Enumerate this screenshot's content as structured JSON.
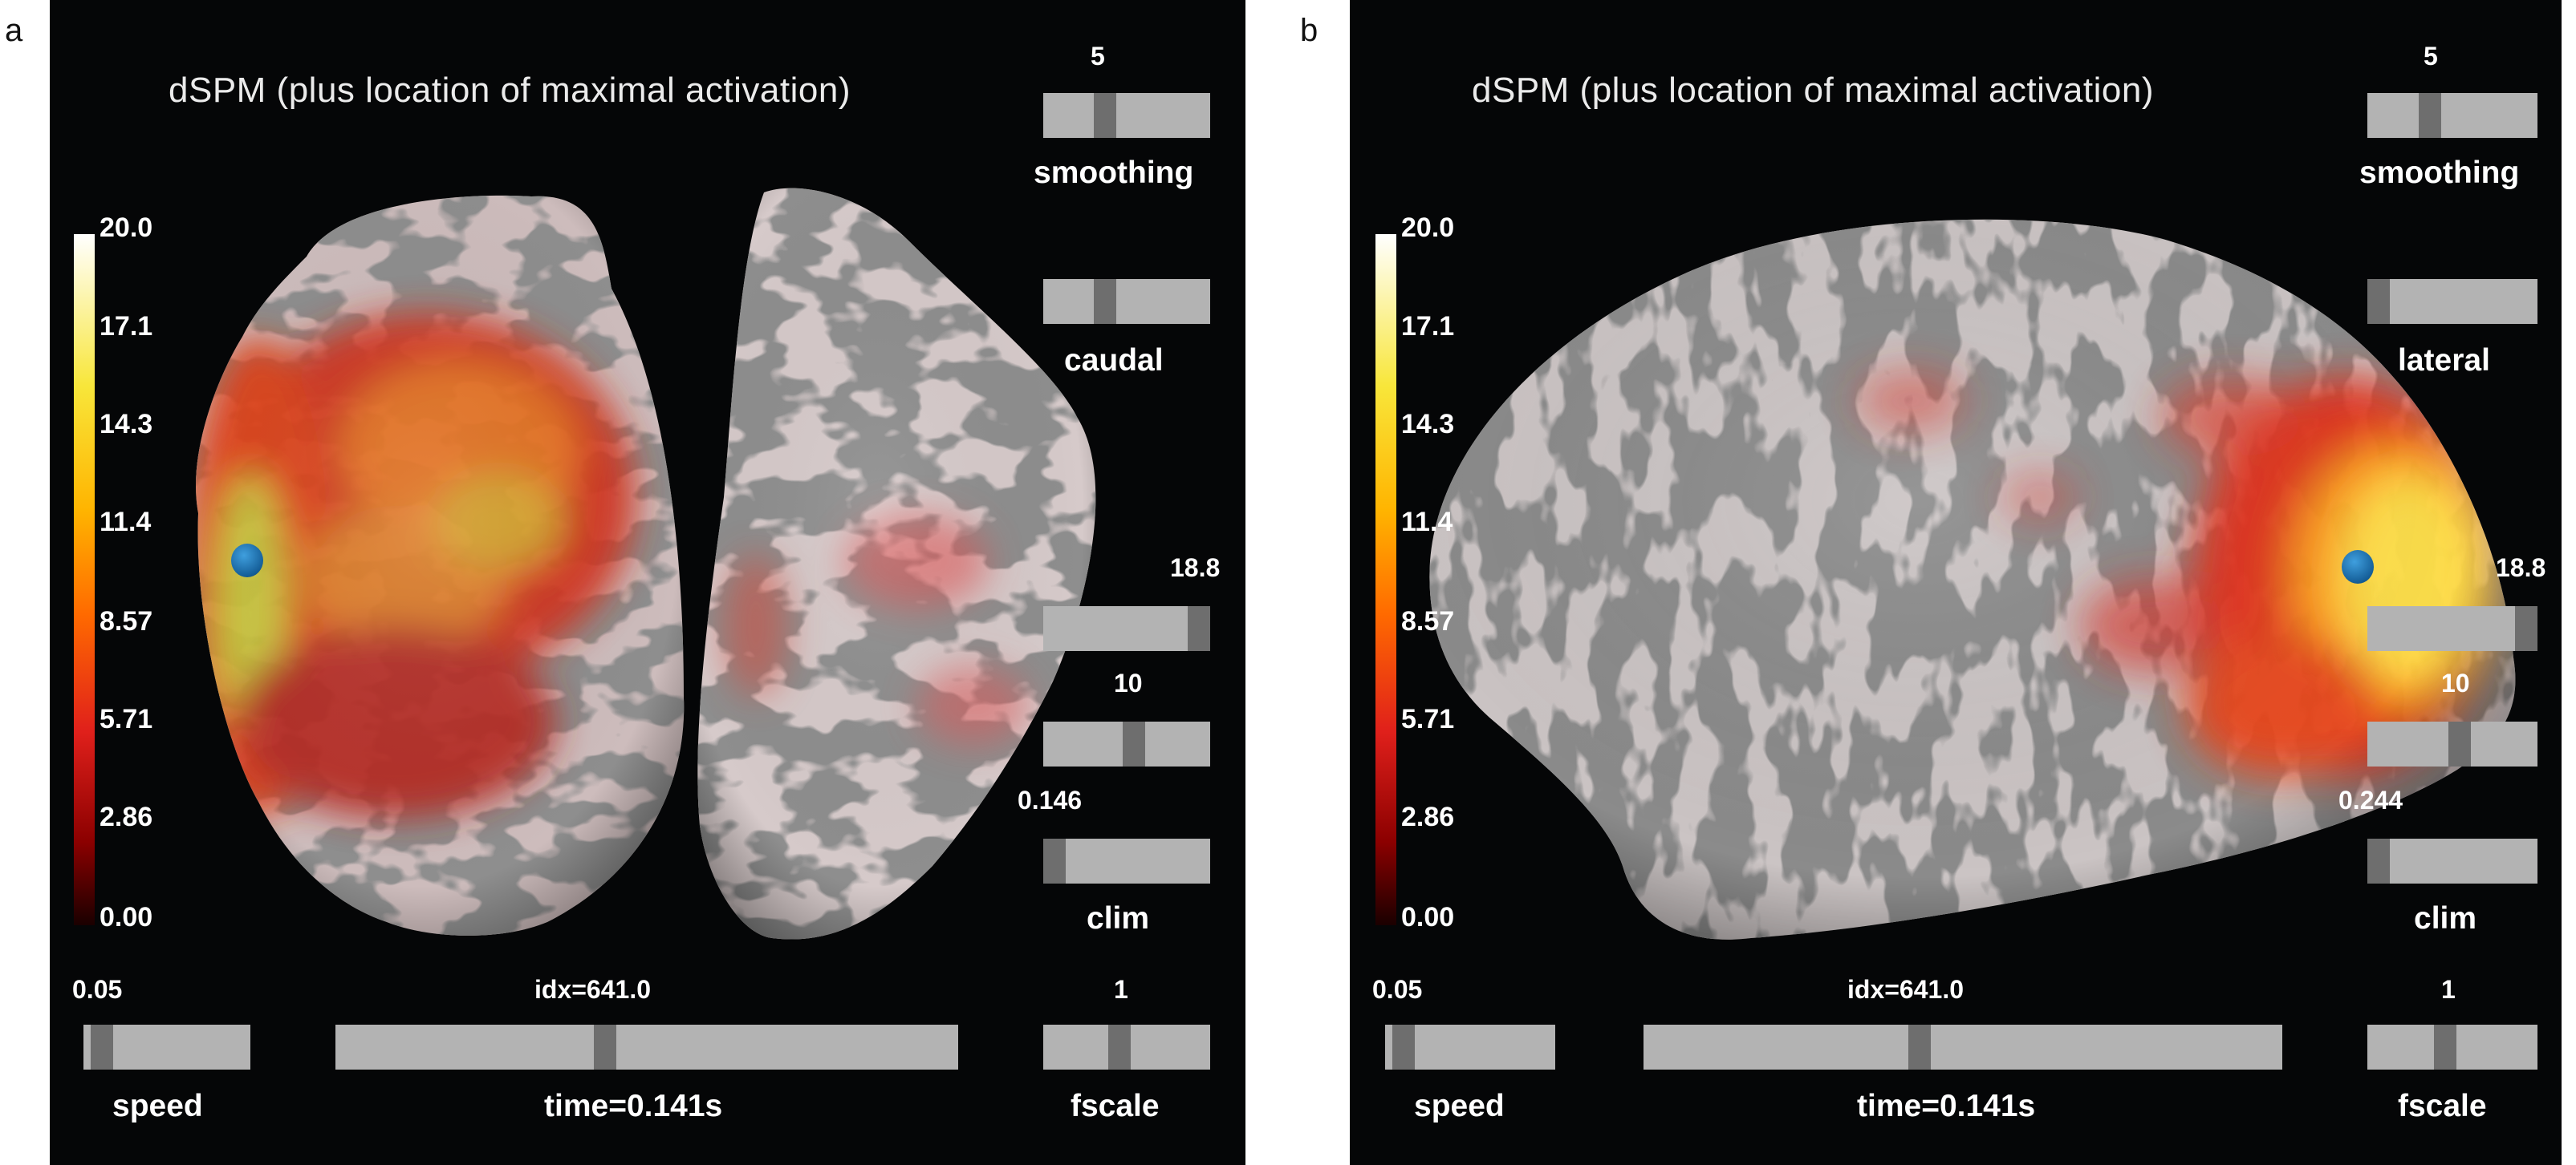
{
  "panels": [
    {
      "letter": "a",
      "title": "dSPM (plus location of maximal activation)",
      "colorbar": {
        "ticks": [
          "20.0",
          "17.1",
          "14.3",
          "11.4",
          "8.57",
          "5.71",
          "2.86",
          "0.00"
        ]
      },
      "smoothing": {
        "value": "5",
        "label": "smoothing",
        "level": 0.35
      },
      "view": {
        "label": "caudal",
        "level": 0.35
      },
      "clim_upper": {
        "value": "18.8",
        "level": 1.0
      },
      "clim_mid": {
        "value": "10",
        "level": 0.55
      },
      "clim_lower": {
        "value": "0.146",
        "level": 0.0
      },
      "clim_label": "clim",
      "speed": {
        "value": "0.05",
        "label": "speed",
        "level": 0.05
      },
      "time": {
        "value": "idx=641.0",
        "label": "time=0.141s",
        "level": 0.43
      },
      "fscale": {
        "value": "1",
        "label": "fscale",
        "level": 0.45
      }
    },
    {
      "letter": "b",
      "title": "dSPM (plus location of maximal activation)",
      "colorbar": {
        "ticks": [
          "20.0",
          "17.1",
          "14.3",
          "11.4",
          "8.57",
          "5.71",
          "2.86",
          "0.00"
        ]
      },
      "smoothing": {
        "value": "5",
        "label": "smoothing",
        "level": 0.35
      },
      "view": {
        "label": "lateral",
        "level": 0.0
      },
      "clim_upper": {
        "value": "18.8",
        "level": 1.0
      },
      "clim_mid": {
        "value": "10",
        "level": 0.55
      },
      "clim_lower": {
        "value": "0.244",
        "level": 0.0
      },
      "clim_label": "clim",
      "speed": {
        "value": "0.05",
        "label": "speed",
        "level": 0.05
      },
      "time": {
        "value": "idx=641.0",
        "label": "time=0.141s",
        "level": 0.43
      },
      "fscale": {
        "value": "1",
        "label": "fscale",
        "level": 0.45
      }
    }
  ],
  "colors": {
    "background": "#050607",
    "slider_track": "#b3b3b3",
    "slider_handle": "#6e6e6e",
    "peak_marker": "#1e73b8",
    "colormap": [
      "#1a0000",
      "#8b0000",
      "#e0201b",
      "#ff6a00",
      "#ffb400",
      "#f8e63a",
      "#ffffff"
    ]
  }
}
